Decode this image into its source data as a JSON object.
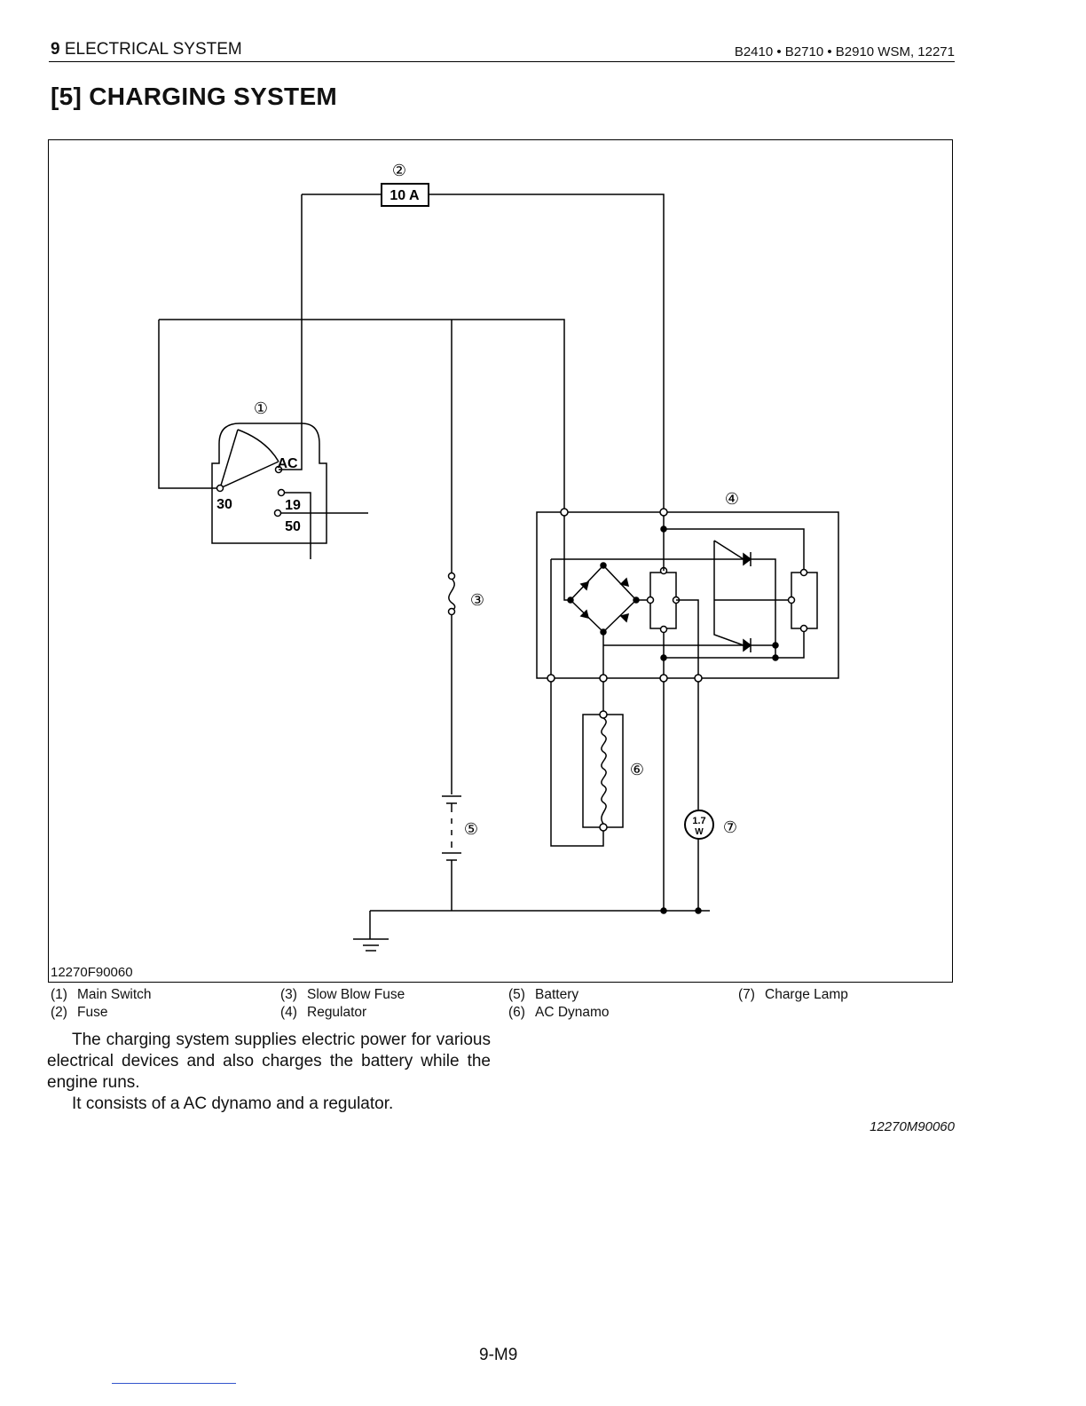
{
  "header": {
    "chapter_num": "9",
    "chapter_title": "ELECTRICAL SYSTEM",
    "models": "B2410 • B2710 • B2910 WSM, 12271"
  },
  "section_title": "[5] CHARGING SYSTEM",
  "diagram": {
    "figure_code": "12270F90060",
    "fuse_rating": "10 A",
    "switch_terminals": {
      "ac": "AC",
      "t30": "30",
      "t19": "19",
      "t50": "50"
    },
    "lamp_rating": {
      "top": "1.7",
      "bottom": "W"
    },
    "callouts": {
      "c1": "①",
      "c2": "②",
      "c3": "③",
      "c4": "④",
      "c5": "⑤",
      "c6": "⑥",
      "c7": "⑦"
    }
  },
  "legend": {
    "col1": [
      {
        "num": "(1)",
        "label": "Main Switch"
      },
      {
        "num": "(2)",
        "label": "Fuse"
      }
    ],
    "col2": [
      {
        "num": "(3)",
        "label": "Slow Blow Fuse"
      },
      {
        "num": "(4)",
        "label": "Regulator"
      }
    ],
    "col3": [
      {
        "num": "(5)",
        "label": "Battery"
      },
      {
        "num": "(6)",
        "label": "AC Dynamo"
      }
    ],
    "col4": [
      {
        "num": "(7)",
        "label": "Charge Lamp"
      }
    ]
  },
  "body": {
    "para1": "The charging system supplies electric power for various electrical devices and also charges the battery while the engine runs.",
    "para2": "It consists of a AC dynamo and a regulator."
  },
  "doc_code": "12270M90060",
  "page_number": "9-M9"
}
